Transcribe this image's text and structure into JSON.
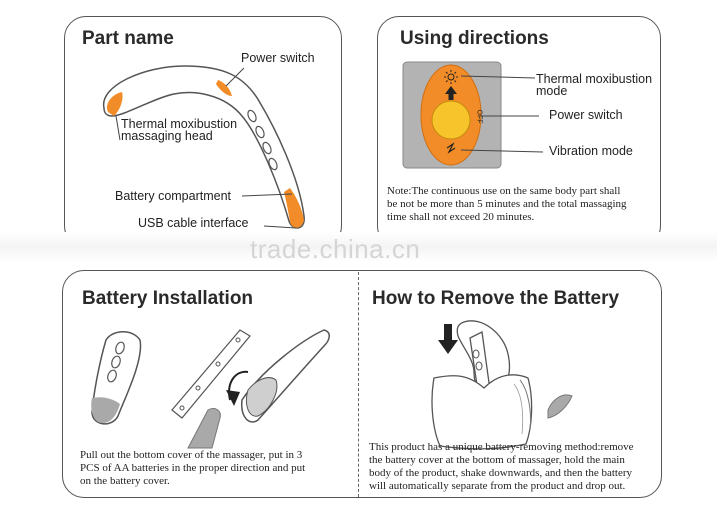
{
  "part_name": {
    "title": "Part name",
    "labels": {
      "power_switch": "Power switch",
      "thermal_head_line1": "Thermal moxibustion",
      "thermal_head_line2": "massaging head",
      "battery_compartment": "Battery compartment",
      "usb": "USB cable interface"
    }
  },
  "using_directions": {
    "title": "Using directions",
    "labels": {
      "thermal_mode_line1": "Thermal moxibustion",
      "thermal_mode_line2": "mode",
      "power_switch": "Power switch",
      "vibration_mode": "Vibration mode",
      "off_text": "OFF"
    },
    "note_lines": [
      "Note:The continuous use on the same body part shall",
      "be not be more than 5 minutes and the total massaging",
      "time shall not exceed 20 minutes."
    ]
  },
  "watermark": "trade.china.cn",
  "battery_installation": {
    "title": "Battery Installation",
    "text_lines": [
      "Pull out the bottom cover of the massager, put in 3",
      "PCS of AA batteries in the proper direction and put",
      "on the battery cover."
    ]
  },
  "remove_battery": {
    "title": "How to Remove the Battery",
    "text_lines": [
      "This product has a unique battery-removing method:remove",
      "the battery cover at the bottom of massager, hold the main",
      "body of the product, shake downwards, and then the battery",
      "will automatically separate from the product and drop out."
    ]
  },
  "colors": {
    "accent_orange": "#f28c28",
    "device_gray": "#a9a9a9",
    "outline": "#444444"
  }
}
